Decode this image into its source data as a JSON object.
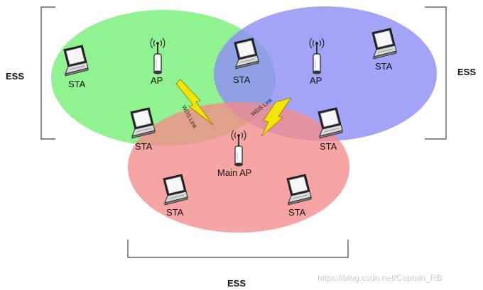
{
  "diagram": {
    "ess_label": "ESS",
    "main_ap_label": "Main AP",
    "ap_label": "AP",
    "sta_label": "STA",
    "wds_link_label": "WDS Link",
    "watermark": "https://blog.csdn.net/Captain_RB",
    "colors": {
      "green_cell": "#7ef07e",
      "blue_cell": "#8f8ff7",
      "red_cell": "#f58a8a",
      "lightning": "#f2e600",
      "bracket": "#444444"
    },
    "icons": [
      "laptop-icon",
      "access-point-icon",
      "lightning-bolt-icon"
    ]
  }
}
